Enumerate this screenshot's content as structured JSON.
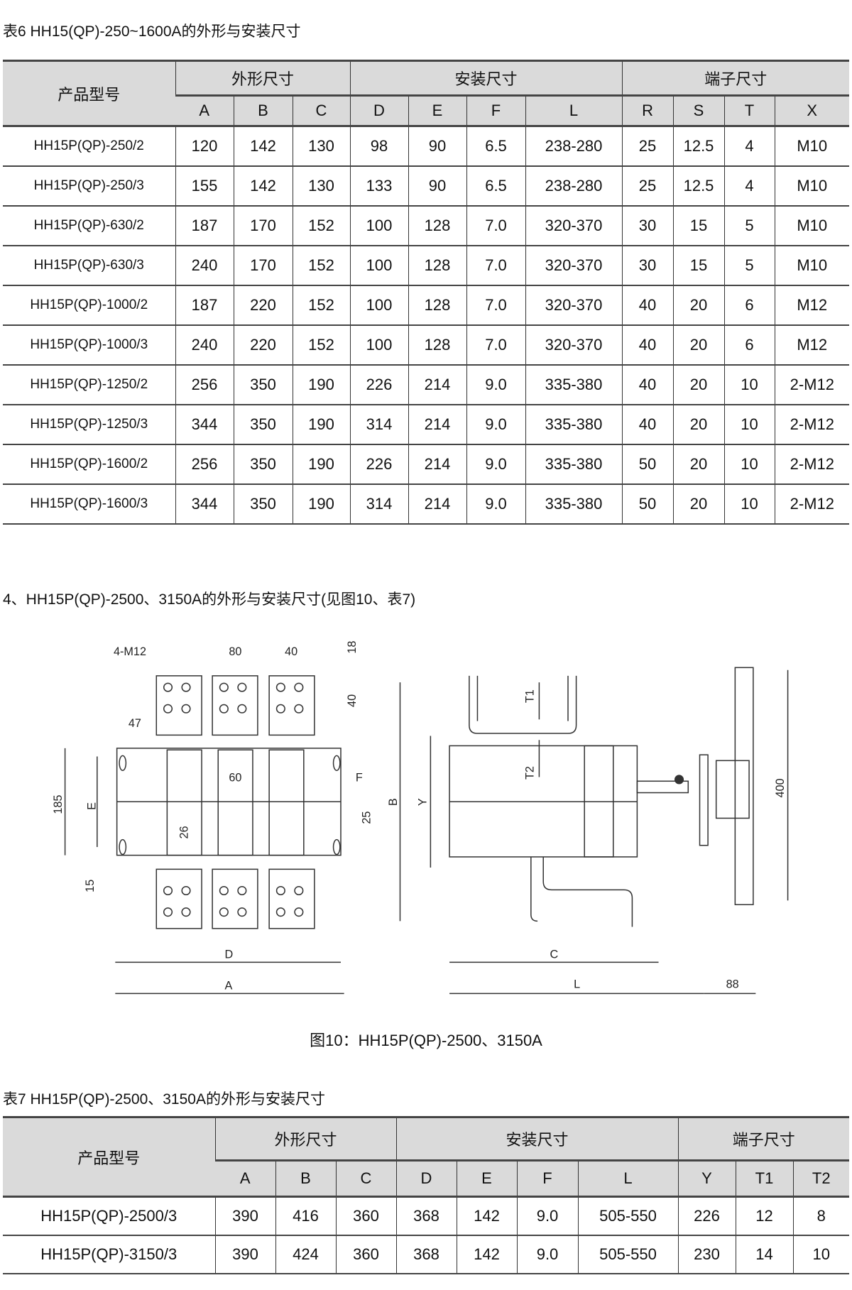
{
  "table6": {
    "title": "表6 HH15(QP)-250~1600A的外形与安装尺寸",
    "model_header": "产品型号",
    "groups": [
      "外形尺寸",
      "安装尺寸",
      "端子尺寸"
    ],
    "columns": [
      "A",
      "B",
      "C",
      "D",
      "E",
      "F",
      "L",
      "R",
      "S",
      "T",
      "X"
    ],
    "rows": [
      [
        "HH15P(QP)-250/2",
        "120",
        "142",
        "130",
        "98",
        "90",
        "6.5",
        "238-280",
        "25",
        "12.5",
        "4",
        "M10"
      ],
      [
        "HH15P(QP)-250/3",
        "155",
        "142",
        "130",
        "133",
        "90",
        "6.5",
        "238-280",
        "25",
        "12.5",
        "4",
        "M10"
      ],
      [
        "HH15P(QP)-630/2",
        "187",
        "170",
        "152",
        "100",
        "128",
        "7.0",
        "320-370",
        "30",
        "15",
        "5",
        "M10"
      ],
      [
        "HH15P(QP)-630/3",
        "240",
        "170",
        "152",
        "100",
        "128",
        "7.0",
        "320-370",
        "30",
        "15",
        "5",
        "M10"
      ],
      [
        "HH15P(QP)-1000/2",
        "187",
        "220",
        "152",
        "100",
        "128",
        "7.0",
        "320-370",
        "40",
        "20",
        "6",
        "M12"
      ],
      [
        "HH15P(QP)-1000/3",
        "240",
        "220",
        "152",
        "100",
        "128",
        "7.0",
        "320-370",
        "40",
        "20",
        "6",
        "M12"
      ],
      [
        "HH15P(QP)-1250/2",
        "256",
        "350",
        "190",
        "226",
        "214",
        "9.0",
        "335-380",
        "40",
        "20",
        "10",
        "2-M12"
      ],
      [
        "HH15P(QP)-1250/3",
        "344",
        "350",
        "190",
        "314",
        "214",
        "9.0",
        "335-380",
        "40",
        "20",
        "10",
        "2-M12"
      ],
      [
        "HH15P(QP)-1600/2",
        "256",
        "350",
        "190",
        "226",
        "214",
        "9.0",
        "335-380",
        "50",
        "20",
        "10",
        "2-M12"
      ],
      [
        "HH15P(QP)-1600/3",
        "344",
        "350",
        "190",
        "314",
        "214",
        "9.0",
        "335-380",
        "50",
        "20",
        "10",
        "2-M12"
      ]
    ]
  },
  "section_heading": "4、HH15P(QP)-2500、3150A的外形与安装尺寸(见图10、表7)",
  "figure": {
    "caption": "图10：HH15P(QP)-2500、3150A",
    "labels": {
      "m12": "4-M12",
      "d80": "80",
      "d40": "40",
      "d18": "18",
      "d40v": "40",
      "d47": "47",
      "d60": "60",
      "F": "F",
      "d185": "185",
      "E": "E",
      "d26": "26",
      "d25": "25",
      "d15": "15",
      "D": "D",
      "A": "A",
      "T1": "T1",
      "T2": "T2",
      "B": "B",
      "Y": "Y",
      "C": "C",
      "L": "L",
      "d88": "88",
      "d400": "400"
    }
  },
  "table7": {
    "title": "表7 HH15P(QP)-2500、3150A的外形与安装尺寸",
    "model_header": "产品型号",
    "groups": [
      "外形尺寸",
      "安装尺寸",
      "端子尺寸"
    ],
    "columns": [
      "A",
      "B",
      "C",
      "D",
      "E",
      "F",
      "L",
      "Y",
      "T1",
      "T2"
    ],
    "rows": [
      [
        "HH15P(QP)-2500/3",
        "390",
        "416",
        "360",
        "368",
        "142",
        "9.0",
        "505-550",
        "226",
        "12",
        "8"
      ],
      [
        "HH15P(QP)-3150/3",
        "390",
        "424",
        "360",
        "368",
        "142",
        "9.0",
        "505-550",
        "230",
        "14",
        "10"
      ]
    ]
  }
}
